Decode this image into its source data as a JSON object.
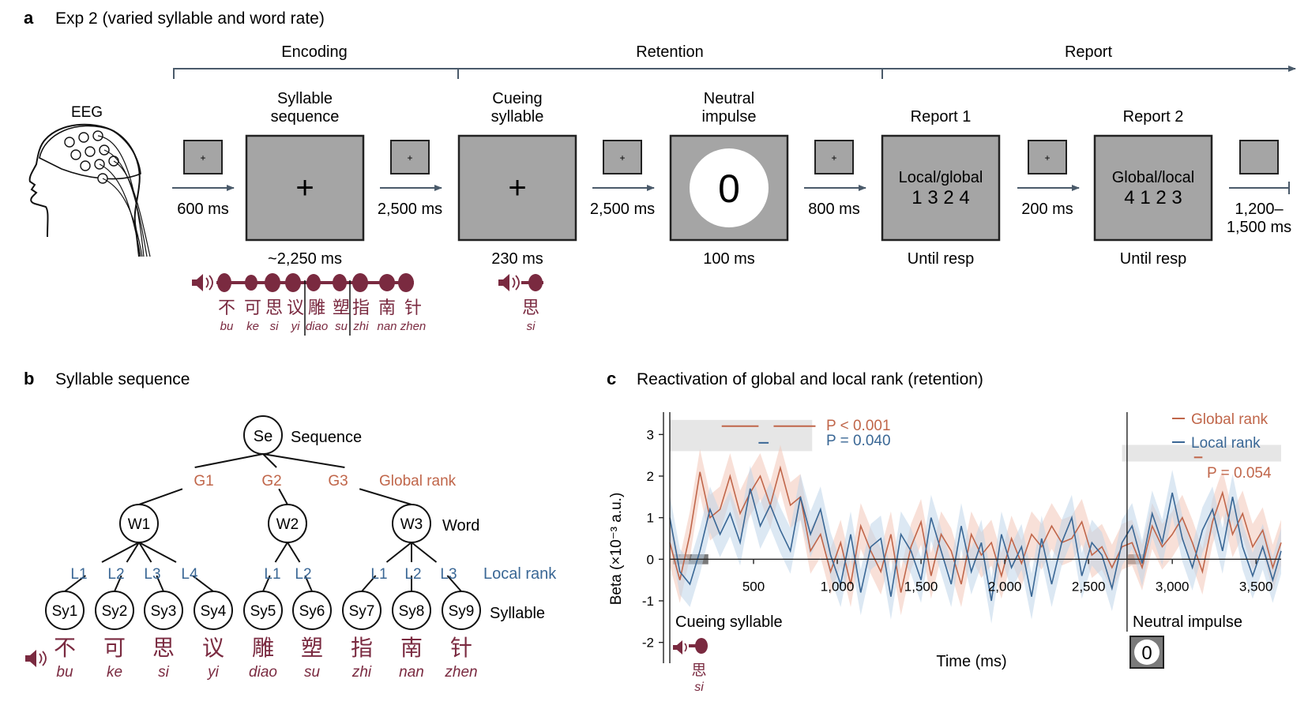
{
  "panel_a": {
    "letter": "a",
    "title": "Exp 2 (varied syllable and word rate)",
    "phases": [
      "Encoding",
      "Retention",
      "Report"
    ],
    "eeg_label": "EEG",
    "stage_titles": {
      "syllable_seq": [
        "Syllable",
        "sequence"
      ],
      "cueing": [
        "Cueing",
        "syllable"
      ],
      "neutral": [
        "Neutral",
        "impulse"
      ],
      "report1": [
        "Report 1"
      ],
      "report2": [
        "Report 2"
      ]
    },
    "fixation": "+",
    "neutral_digit": "0",
    "report1_lines": [
      "Local/global",
      "1 3 2 4"
    ],
    "report2_lines": [
      "Global/local",
      "4 1 2 3"
    ],
    "intervals": [
      "600 ms",
      "2,500 ms",
      "2,500 ms",
      "800 ms",
      "200 ms"
    ],
    "final_interval": [
      "1,200–",
      "1,500 ms"
    ],
    "durations": [
      "~2,250 ms",
      "230 ms",
      "100 ms",
      "Until resp",
      "Until resp"
    ],
    "seq_chars": [
      "不",
      "可",
      "思",
      "议",
      "雕",
      "塑",
      "指",
      "南",
      "针"
    ],
    "seq_pinyin": [
      "bu",
      "ke",
      "si",
      "yi",
      "diao",
      "su",
      "zhi",
      "nan",
      "zhen"
    ],
    "cue_char": "思",
    "cue_pinyin": "si"
  },
  "panel_b": {
    "letter": "b",
    "title": "Syllable sequence",
    "root_node": "Se",
    "root_label": "Sequence",
    "global_ranks": [
      "G1",
      "G2",
      "G3"
    ],
    "global_label": "Global rank",
    "word_nodes": [
      "W1",
      "W2",
      "W3"
    ],
    "word_label": "Word",
    "local_ranks": [
      "L1",
      "L2",
      "L3",
      "L4",
      "L1",
      "L2",
      "L1",
      "L2",
      "L3"
    ],
    "local_label": "Local rank",
    "syllable_nodes": [
      "Sy1",
      "Sy2",
      "Sy3",
      "Sy4",
      "Sy5",
      "Sy6",
      "Sy7",
      "Sy8",
      "Sy9"
    ],
    "syllable_label": "Syllable",
    "chars": [
      "不",
      "可",
      "思",
      "议",
      "雕",
      "塑",
      "指",
      "南",
      "针"
    ],
    "pinyin": [
      "bu",
      "ke",
      "si",
      "yi",
      "diao",
      "su",
      "zhi",
      "nan",
      "zhen"
    ]
  },
  "panel_c": {
    "letter": "c",
    "title": "Reactivation of global and local rank (retention)",
    "ylabel": "Beta (×10⁻³ a.u.)",
    "xlabel": "Time (ms)",
    "xticks": [
      "500",
      "1,000",
      "1,500",
      "2,000",
      "2,500",
      "3,000",
      "3,500"
    ],
    "yticks": [
      "3",
      "2",
      "1",
      "0",
      "-1",
      "-2"
    ],
    "legend": [
      "Global rank",
      "Local rank"
    ],
    "sig": [
      "P < 0.001",
      "P = 0.040",
      "P = 0.054"
    ],
    "event1_label": "Cueing syllable",
    "event1_char": "思",
    "event1_pinyin": "si",
    "event2_label": "Neutral impulse",
    "event2_digit": "0"
  },
  "colors": {
    "global": "#c0664a",
    "global_band": "#f2c7b8",
    "local": "#3a6795",
    "local_band": "#bfd6ea",
    "syllable": "#7a2a40",
    "box_gray": "#a5a5a5",
    "axis": "#4a5a6a"
  },
  "chart_data": {
    "type": "line",
    "xlabel": "Time (ms)",
    "ylabel": "Beta (×10⁻³ a.u.)",
    "xlim": [
      0,
      3650
    ],
    "ylim": [
      -2.5,
      3.5
    ],
    "event_times": [
      0,
      2730
    ],
    "series": [
      {
        "name": "Global rank",
        "color": "#c0664a",
        "x": [
          0,
          60,
          120,
          180,
          240,
          300,
          360,
          420,
          480,
          540,
          600,
          660,
          720,
          780,
          840,
          900,
          960,
          1020,
          1080,
          1140,
          1200,
          1260,
          1320,
          1380,
          1440,
          1500,
          1560,
          1620,
          1680,
          1740,
          1800,
          1860,
          1920,
          1980,
          2040,
          2100,
          2160,
          2220,
          2280,
          2340,
          2400,
          2460,
          2520,
          2580,
          2640,
          2700,
          2760,
          2820,
          2880,
          2940,
          3000,
          3060,
          3120,
          3180,
          3240,
          3300,
          3360,
          3420,
          3480,
          3540,
          3600,
          3650
        ],
        "y": [
          0.4,
          -0.5,
          0.6,
          2.1,
          1.0,
          1.2,
          2.0,
          1.1,
          1.6,
          2.0,
          1.3,
          2.2,
          1.3,
          1.5,
          0.2,
          0.6,
          -0.3,
          0.4,
          -0.6,
          0.8,
          0.2,
          -0.3,
          0.6,
          -0.8,
          0.3,
          0.9,
          -0.4,
          0.6,
          0.2,
          -0.6,
          0.6,
          0.1,
          0.4,
          -0.4,
          0.5,
          -0.1,
          0.6,
          0.3,
          0.8,
          0.4,
          0.5,
          0.9,
          0.1,
          0.3,
          -0.2,
          0.3,
          0.4,
          -0.2,
          0.8,
          0.3,
          0.6,
          1.0,
          0.4,
          -0.3,
          0.9,
          1.6,
          0.6,
          1.1,
          0.3,
          0.7,
          -0.2,
          0.4
        ],
        "ci_halfwidth": 0.55
      },
      {
        "name": "Local rank",
        "color": "#3a6795",
        "x": [
          0,
          60,
          120,
          180,
          240,
          300,
          360,
          420,
          480,
          540,
          600,
          660,
          720,
          780,
          840,
          900,
          960,
          1020,
          1080,
          1140,
          1200,
          1260,
          1320,
          1380,
          1440,
          1500,
          1560,
          1620,
          1680,
          1740,
          1800,
          1860,
          1920,
          1980,
          2040,
          2100,
          2160,
          2220,
          2280,
          2340,
          2400,
          2460,
          2520,
          2580,
          2640,
          2700,
          2760,
          2820,
          2880,
          2940,
          3000,
          3060,
          3120,
          3180,
          3240,
          3300,
          3360,
          3420,
          3480,
          3540,
          3600,
          3650
        ],
        "y": [
          1.0,
          -0.3,
          -0.6,
          0.2,
          1.2,
          0.6,
          1.1,
          0.4,
          1.7,
          0.8,
          1.3,
          0.7,
          0.2,
          1.5,
          0.6,
          1.2,
          0.1,
          -0.6,
          0.6,
          -0.8,
          0.3,
          0.5,
          -0.9,
          0.6,
          0.2,
          -0.5,
          1.0,
          0.2,
          -0.6,
          0.8,
          -0.3,
          0.4,
          -1.0,
          0.6,
          -0.2,
          0.3,
          -0.9,
          0.5,
          -0.6,
          0.4,
          1.0,
          -0.4,
          0.4,
          0.1,
          -0.7,
          0.4,
          0.8,
          -0.1,
          1.1,
          0.4,
          1.6,
          0.5,
          -0.2,
          0.7,
          1.2,
          0.2,
          1.5,
          0.3,
          -0.4,
          0.3,
          -0.5,
          0.2
        ],
        "ci_halfwidth": 0.55
      }
    ]
  }
}
